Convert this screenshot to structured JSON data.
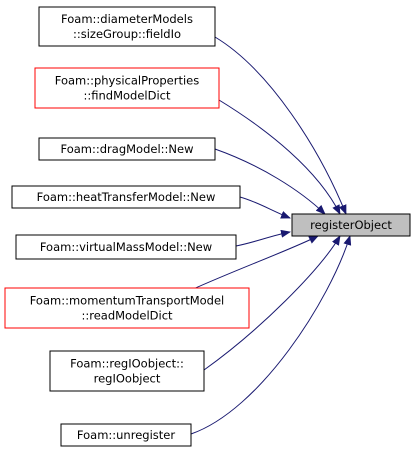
{
  "colors": {
    "edge": "#191970",
    "border_normal": "#000000",
    "border_highlight": "#ff0000",
    "target_fill": "#bfbfbf",
    "node_fill": "#ffffff"
  },
  "target": {
    "label": "registerObject"
  },
  "callers": [
    {
      "lines": [
        "Foam::diameterModels",
        "::sizeGroup::fieldIo"
      ],
      "highlight": false
    },
    {
      "lines": [
        "Foam::physicalProperties",
        "::findModelDict"
      ],
      "highlight": true
    },
    {
      "lines": [
        "Foam::dragModel::New"
      ],
      "highlight": false
    },
    {
      "lines": [
        "Foam::heatTransferModel::New"
      ],
      "highlight": false
    },
    {
      "lines": [
        "Foam::virtualMassModel::New"
      ],
      "highlight": false
    },
    {
      "lines": [
        "Foam::momentumTransportModel",
        "::readModelDict"
      ],
      "highlight": true
    },
    {
      "lines": [
        "Foam::regIOobject::",
        "regIOobject"
      ],
      "highlight": false
    },
    {
      "lines": [
        "Foam::unregister"
      ],
      "highlight": false
    }
  ]
}
